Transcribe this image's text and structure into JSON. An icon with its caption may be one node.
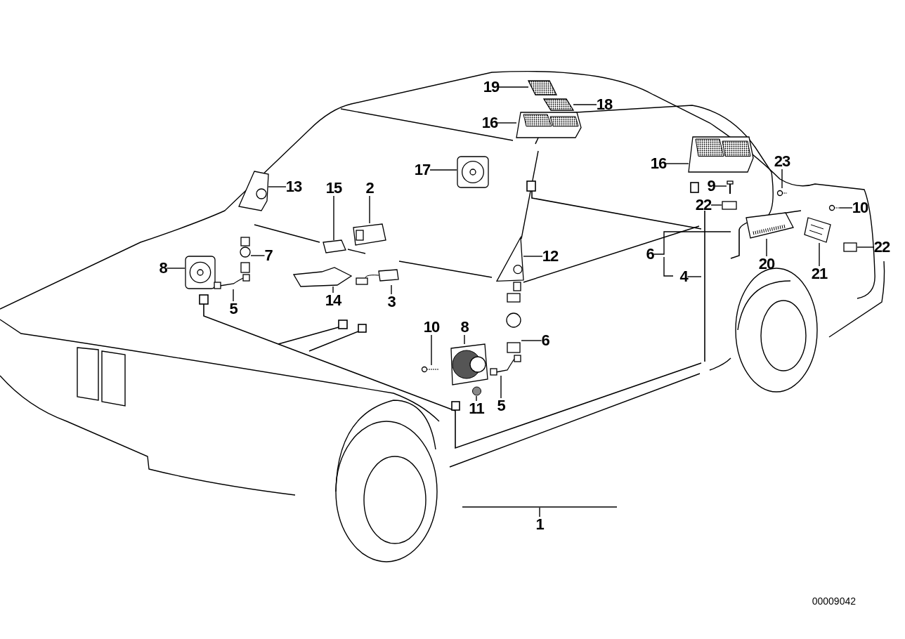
{
  "diagram": {
    "nodes": [
      {
        "text": [
          "19"
        ]
      },
      {
        "text": [
          "18"
        ]
      },
      {
        "text": [
          "16"
        ]
      },
      {
        "text": [
          "17"
        ]
      },
      {
        "text": [
          "13"
        ]
      },
      {
        "text": [
          "15"
        ]
      },
      {
        "text": [
          "2"
        ]
      },
      {
        "text": [
          "7"
        ]
      },
      {
        "text": [
          "8"
        ]
      },
      {
        "text": [
          "5"
        ]
      },
      {
        "text": [
          "14"
        ]
      },
      {
        "text": [
          "3"
        ]
      },
      {
        "text": [
          "12"
        ]
      },
      {
        "text": [
          "16"
        ]
      },
      {
        "text": [
          "23"
        ]
      },
      {
        "text": [
          "9"
        ]
      },
      {
        "text": [
          "22"
        ]
      },
      {
        "text": [
          "10"
        ]
      },
      {
        "text": [
          "6"
        ]
      },
      {
        "text": [
          "4"
        ]
      },
      {
        "text": [
          "20"
        ]
      },
      {
        "text": [
          "21"
        ]
      },
      {
        "text": [
          "22"
        ]
      },
      {
        "text": [
          "10"
        ]
      },
      {
        "text": [
          "8"
        ]
      },
      {
        "text": [
          "6"
        ]
      },
      {
        "text": [
          "11"
        ]
      },
      {
        "text": [
          "5"
        ]
      },
      {
        "text": [
          "1"
        ]
      },
      {
        "text": [],
        "shape": "picture"
      },
      {
        "text": [],
        "shape": "picture"
      },
      {
        "text": [],
        "shape": "picture"
      },
      {
        "text": [],
        "shape": "picture"
      },
      {
        "text": [],
        "shape": "picture"
      },
      {
        "text": [],
        "shape": "picture"
      },
      {
        "text": [],
        "shape": "picture"
      },
      {
        "text": [],
        "shape": "picture"
      },
      {
        "text": [],
        "shape": "picture"
      },
      {
        "text": [],
        "shape": "picture"
      },
      {
        "text": [],
        "shape": "picture"
      },
      {
        "text": [],
        "shape": "picture"
      },
      {
        "text": [],
        "shape": "picture"
      },
      {
        "text": [],
        "shape": "picture"
      },
      {
        "text": [],
        "shape": "picture"
      },
      {
        "text": [],
        "shape": "picture"
      },
      {
        "text": [],
        "shape": "box"
      },
      {
        "text": [],
        "shape": "picture"
      },
      {
        "text": [],
        "shape": "picture"
      },
      {
        "text": [],
        "shape": "picture"
      },
      {
        "text": [],
        "shape": "picture"
      },
      {
        "text": [],
        "shape": "picture"
      },
      {
        "text": [],
        "shape": "box"
      },
      {
        "text": [],
        "shape": "picture"
      },
      {
        "text": [],
        "shape": "picture"
      },
      {
        "text": [],
        "shape": "picture"
      },
      {
        "text": [],
        "shape": "circle"
      },
      {
        "text": [],
        "shape": "picture"
      },
      {
        "text": [],
        "shape": "bar"
      }
    ],
    "edges": [
      {
        "from": 0,
        "to": 29,
        "arrow": "none"
      },
      {
        "from": 1,
        "to": 30,
        "arrow": "none"
      },
      {
        "from": 2,
        "to": 31,
        "arrow": "none"
      },
      {
        "from": 3,
        "to": 32,
        "arrow": "none"
      },
      {
        "from": 4,
        "to": 33,
        "arrow": "none"
      },
      {
        "from": 5,
        "to": 34,
        "arrow": "none"
      },
      {
        "from": 6,
        "to": 35,
        "arrow": "none"
      },
      {
        "from": 7,
        "to": 36,
        "arrow": "none"
      },
      {
        "from": 8,
        "to": 37,
        "arrow": "none"
      },
      {
        "from": 9,
        "to": 38,
        "arrow": "none"
      },
      {
        "from": 10,
        "to": 39,
        "arrow": "none"
      },
      {
        "from": 11,
        "to": 40,
        "arrow": "none"
      },
      {
        "from": 12,
        "to": 41,
        "arrow": "none"
      },
      {
        "from": 13,
        "to": 42,
        "arrow": "none"
      },
      {
        "from": 14,
        "to": 43,
        "arrow": "none"
      },
      {
        "from": 15,
        "to": 44,
        "arrow": "none"
      },
      {
        "from": 16,
        "to": 45,
        "arrow": "none"
      },
      {
        "from": 17,
        "to": 46,
        "arrow": "none"
      },
      {
        "from": 18,
        "to": 47,
        "arrow": "none"
      },
      {
        "from": 19,
        "to": 48,
        "arrow": "none"
      },
      {
        "from": 20,
        "to": 49,
        "arrow": "none"
      },
      {
        "from": 21,
        "to": 50,
        "arrow": "none"
      },
      {
        "from": 22,
        "to": 51,
        "arrow": "none"
      },
      {
        "from": 23,
        "to": 52,
        "arrow": "none"
      },
      {
        "from": 24,
        "to": 53,
        "arrow": "none"
      },
      {
        "from": 25,
        "to": 54,
        "arrow": "none"
      },
      {
        "from": 26,
        "to": 55,
        "arrow": "none"
      },
      {
        "from": 27,
        "to": 56,
        "arrow": "none"
      },
      {
        "from": 28,
        "to": 57,
        "arrow": "none"
      }
    ],
    "labels": [
      "00009042"
    ]
  }
}
